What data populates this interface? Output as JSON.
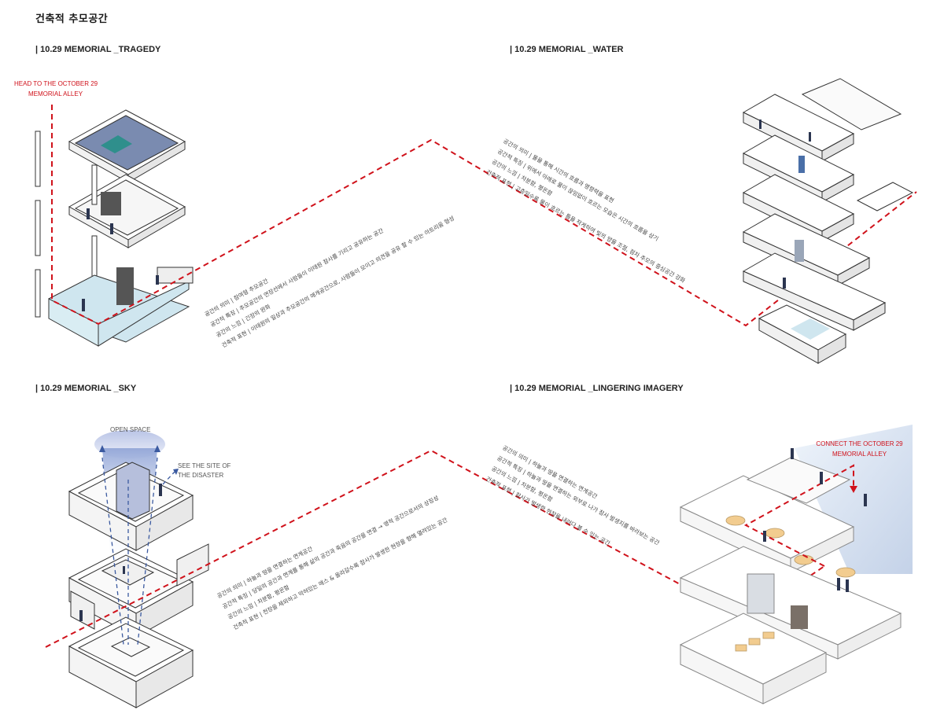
{
  "page_title": "건축적 추모공간",
  "sections": {
    "tragedy": {
      "title": "| 10.29 MEMORIAL _TRAGEDY",
      "callout": [
        "HEAD TO THE OCTOBER 29",
        "MEMORIAL ALLEY"
      ],
      "lines": [
        "공간의 의미 | 참여형 추모공간",
        "공간적 특징 | 추모공간의 연장선에서 사람들이 이태원 참사를 기리고 공유하는 공간",
        "공간의 느낌 | 긴장의 완화",
        "건축적 표현 | 이태원의 일상과 추모공간의 매개공간으로, 사람들이 모이고 의견을 공유 할 수 있는 아트리움 형성"
      ]
    },
    "water": {
      "title": "| 10.29 MEMORIAL _WATER",
      "lines": [
        "공간의 의미 | 물을 통해 시간의 흐름과 영향력을 표현",
        "공간적 특징 | 위에서 아래로 물이 끊임없이 흐르는 모습은 시간의 흐름을 상기",
        "공간의 느낌 | 차분함, 평온함",
        "건축적 표현 | 고층일수록 물이 흐르는 틈을 작게하여 빛의 양을 조절, 점차 추모의 중심공간 강화"
      ]
    },
    "sky": {
      "title": "| 10.29 MEMORIAL _SKY",
      "open_space": "OPEN SPACE",
      "site_label": [
        "SEE THE SITE OF",
        "THE DISASTER"
      ],
      "lines": [
        "공간의 의미 | 하늘과 땅을 연결하는 연계공간",
        "공간적 특징 | 당일의 공간과 연계를 통해 삶의 공간과 죽음의 공간을 연결 → 영적 공간으로서의 상징성",
        "공간의 느낌 | 차분함, 평온함",
        "건축적 표현 | 천장을 제외하고 막혀있는 매스 & 올라갈수록 참사가 발생한 현장을 향해 열려있는 공간"
      ]
    },
    "lingering": {
      "title": "| 10.29 MEMORIAL _LINGERING IMAGERY",
      "callout": [
        "CONNECT THE OCTOBER 29",
        "MEMORIAL ALLEY"
      ],
      "lines": [
        "공간의 의미 | 하늘과 땅을 연결하는 연계공간",
        "공간적 특징 | 하늘과 땅을 연결하는 외부로 나가 참사 발생지를 바라보는 공간",
        "공간의 느낌 | 차분함, 평온함",
        "건축적 표현 | 참사가 발생한 현장을 내려다 볼 수 있는 공간"
      ]
    }
  },
  "colors": {
    "accent_red": "#d0121b",
    "line_gray": "#3a3a3a",
    "glass_blue": "#cfe6ef",
    "sky_blue": "#9fb2dd"
  }
}
